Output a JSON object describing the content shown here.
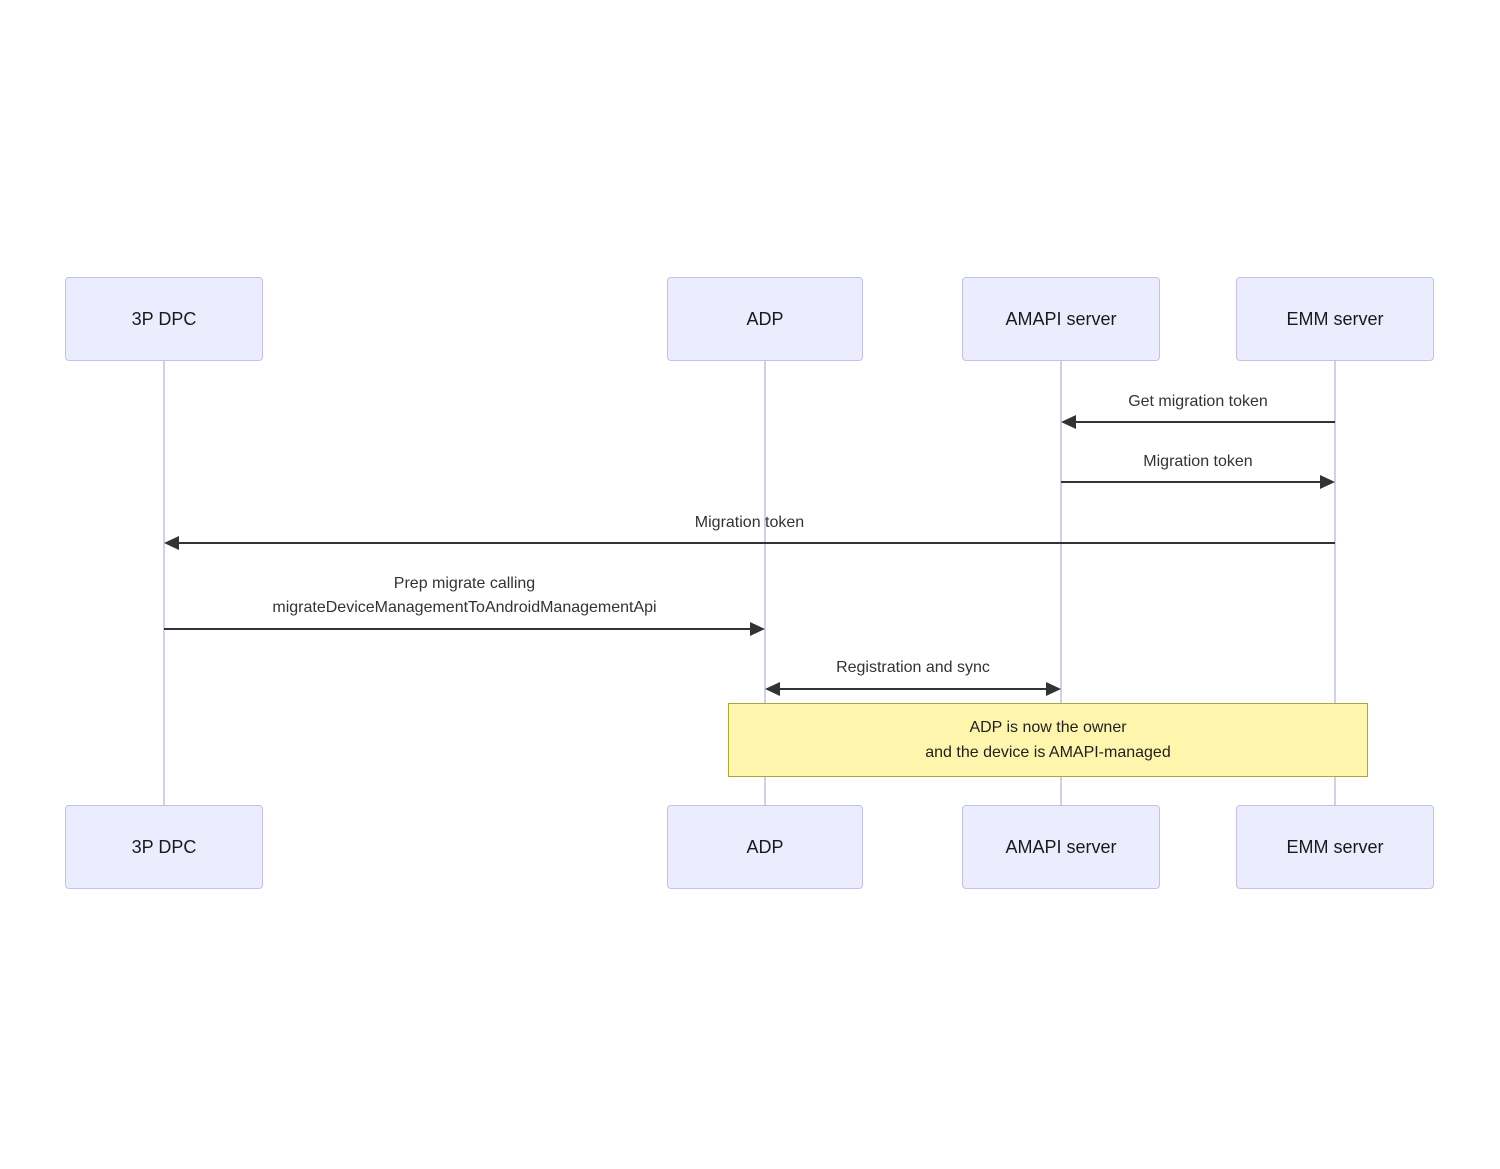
{
  "diagram": {
    "type": "sequence-diagram",
    "actors": [
      {
        "id": "3p-dpc",
        "label": "3P DPC"
      },
      {
        "id": "adp",
        "label": "ADP"
      },
      {
        "id": "amapi-server",
        "label": "AMAPI server"
      },
      {
        "id": "emm-server",
        "label": "EMM server"
      }
    ],
    "messages": [
      {
        "from": "EMM server",
        "to": "AMAPI server",
        "direction": "left",
        "label": "Get migration token"
      },
      {
        "from": "AMAPI server",
        "to": "EMM server",
        "direction": "right",
        "label": "Migration token"
      },
      {
        "from": "EMM server",
        "to": "3P DPC",
        "direction": "left",
        "label": "Migration token"
      },
      {
        "from": "3P DPC",
        "to": "ADP",
        "direction": "right",
        "label_line1": "Prep migrate calling",
        "label_line2": "migrateDeviceManagementToAndroidManagementApi"
      },
      {
        "from": "ADP",
        "to": "AMAPI server",
        "direction": "both",
        "label": "Registration and sync"
      }
    ],
    "note": {
      "line1": "ADP is now the owner",
      "line2": "and the device is AMAPI-managed"
    },
    "colors": {
      "actor_fill": "#ECECFF",
      "actor_border": "#c6c0e8",
      "lifeline": "#d5cdee",
      "arrow": "#333333",
      "message_text": "#333333",
      "note_fill": "#fff5ad",
      "note_border": "#aaaa33"
    }
  }
}
